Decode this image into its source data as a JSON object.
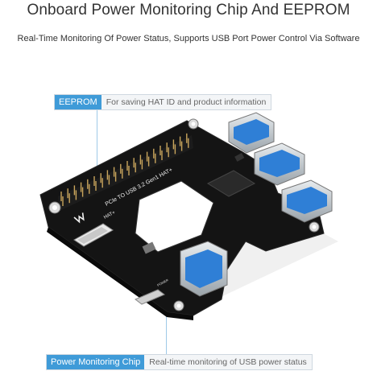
{
  "header": {
    "title": "Onboard Power Monitoring Chip And EEPROM",
    "subtitle": "Real-Time Monitoring Of Power Status, Supports USB Port Power Control Via Software"
  },
  "callouts": {
    "eeprom": {
      "tag": "EEPROM",
      "description": "For saving HAT ID and product information"
    },
    "power": {
      "tag": "Power Monitoring Chip",
      "description": "Real-time monitoring of USB power status"
    }
  },
  "board": {
    "silkscreen_main": "PCIe TO USB 3.2 Gen1 HAT+",
    "silkscreen_hat": "HAT+",
    "silkscreen_power": "POWER"
  },
  "colors": {
    "accent": "#3f9bd8",
    "pcb": "#141414",
    "usb_blue": "#2f7fd6"
  }
}
